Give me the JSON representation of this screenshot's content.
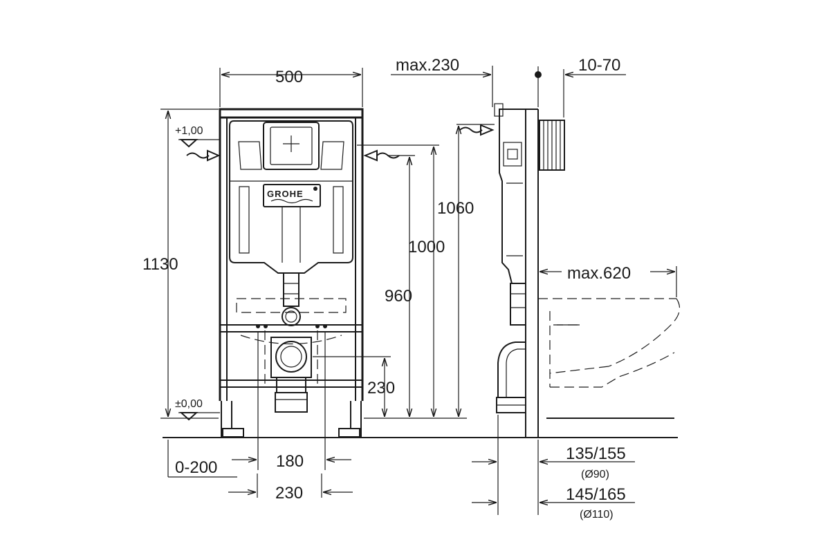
{
  "brand": {
    "logo_text": "GROHE"
  },
  "front_view": {
    "width": "500",
    "height_total": "1130",
    "level_top": "+1,00",
    "level_zero": "±0,00",
    "dim_1060": "1060",
    "dim_1000": "1000",
    "dim_960": "960",
    "dim_230_outlet": "230",
    "dim_180": "180",
    "dim_230_bottom": "230",
    "dim_0_200": "0-200"
  },
  "side_view": {
    "max_230": "max.230",
    "range_10_70": "10-70",
    "max_620": "max.620",
    "dim_135_155": "135/155",
    "dia_90": "(Ø90)",
    "dim_145_165": "145/165",
    "dia_110": "(Ø110)"
  }
}
